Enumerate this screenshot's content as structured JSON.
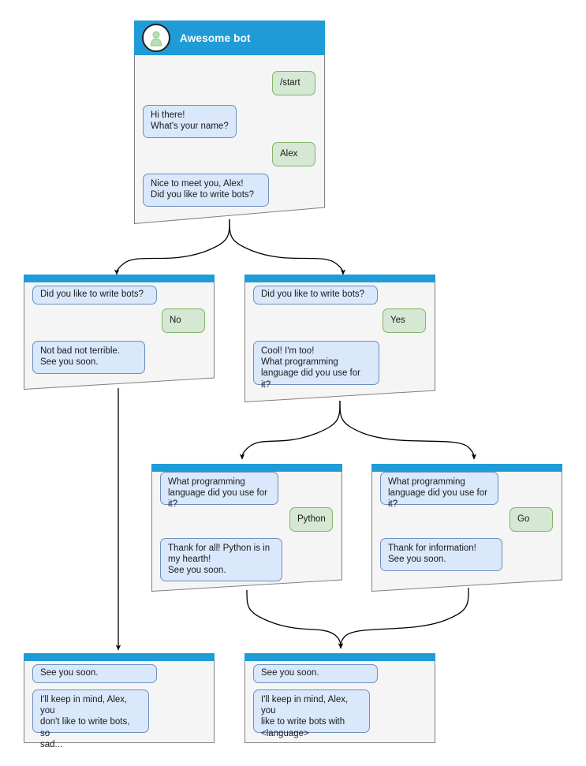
{
  "diagram": {
    "title": "Telegram bot conversation flow",
    "colors": {
      "header_blue": "#1f9cd8",
      "window_body": "#f5f5f5",
      "window_border": "#808080",
      "bot_bubble_fill": "#dae8fc",
      "bot_bubble_border": "#6c8ebf",
      "user_bubble_fill": "#d5e8d4",
      "user_bubble_border": "#82b366",
      "edge_color": "#000000",
      "avatar_person": "#b0dcae"
    }
  },
  "nodes": {
    "root": {
      "header_title": "Awesome bot",
      "avatar_icon": "person-avatar-icon",
      "messages": [
        {
          "role": "user",
          "text": "/start"
        },
        {
          "role": "bot",
          "text": "Hi there!\nWhat's your name?"
        },
        {
          "role": "user",
          "text": "Alex"
        },
        {
          "role": "bot",
          "text": "Nice to meet you, Alex!\nDid you like to write bots?"
        }
      ]
    },
    "no_branch": {
      "messages": [
        {
          "role": "bot",
          "text": "Did you like to write bots?"
        },
        {
          "role": "user",
          "text": "No"
        },
        {
          "role": "bot",
          "text": "Not bad not terrible.\nSee you soon."
        }
      ]
    },
    "yes_branch": {
      "messages": [
        {
          "role": "bot",
          "text": "Did you like to write bots?"
        },
        {
          "role": "user",
          "text": "Yes"
        },
        {
          "role": "bot",
          "text": "Cool! I'm too!\nWhat programming\nlanguage did you use for it?"
        }
      ]
    },
    "python_branch": {
      "messages": [
        {
          "role": "bot",
          "text": "What programming\nlanguage did you use for it?"
        },
        {
          "role": "user",
          "text": "Python"
        },
        {
          "role": "bot",
          "text": "Thank for all! Python is in\nmy hearth!\nSee you soon."
        }
      ]
    },
    "go_branch": {
      "messages": [
        {
          "role": "bot",
          "text": "What programming\nlanguage did you use for it?"
        },
        {
          "role": "user",
          "text": "Go"
        },
        {
          "role": "bot",
          "text": "Thank for information!\nSee you soon."
        }
      ]
    },
    "end_no": {
      "messages": [
        {
          "role": "bot",
          "text": "See you soon."
        },
        {
          "role": "bot",
          "text": "I'll keep in mind, Alex, you\ndon't like to write bots, so\nsad..."
        }
      ]
    },
    "end_yes": {
      "messages": [
        {
          "role": "bot",
          "text": "See you soon."
        },
        {
          "role": "bot",
          "text": "I'll keep in mind, Alex, you\nlike to write bots with\n<language>"
        }
      ]
    }
  }
}
